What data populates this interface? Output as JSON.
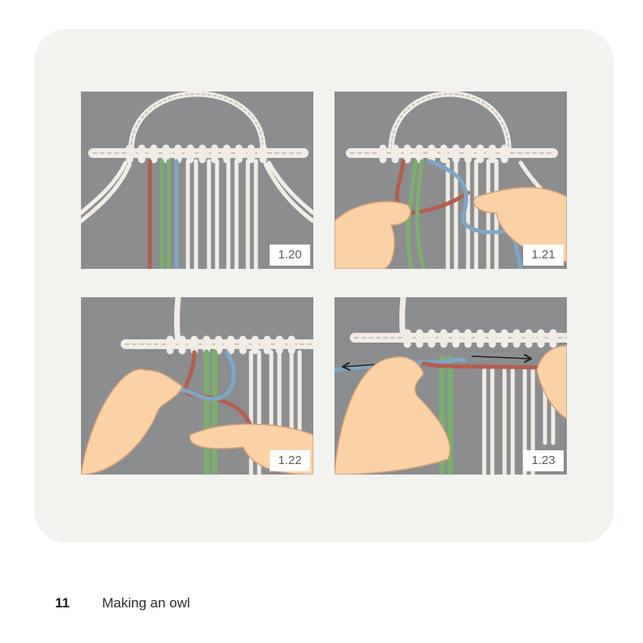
{
  "colors": {
    "panel_bg": "#8b8d8f",
    "cord_white": "#f1ede6",
    "cord_red": "#b35f4e",
    "cord_green": "#7cae6f",
    "cord_blue": "#7ea6c6",
    "skin": "#fbd2a6"
  },
  "figures": [
    {
      "label": "1.20"
    },
    {
      "label": "1.21"
    },
    {
      "label": "1.22"
    },
    {
      "label": "1.23"
    }
  ],
  "footer": {
    "page_number": "11",
    "section_title": "Making an owl"
  }
}
